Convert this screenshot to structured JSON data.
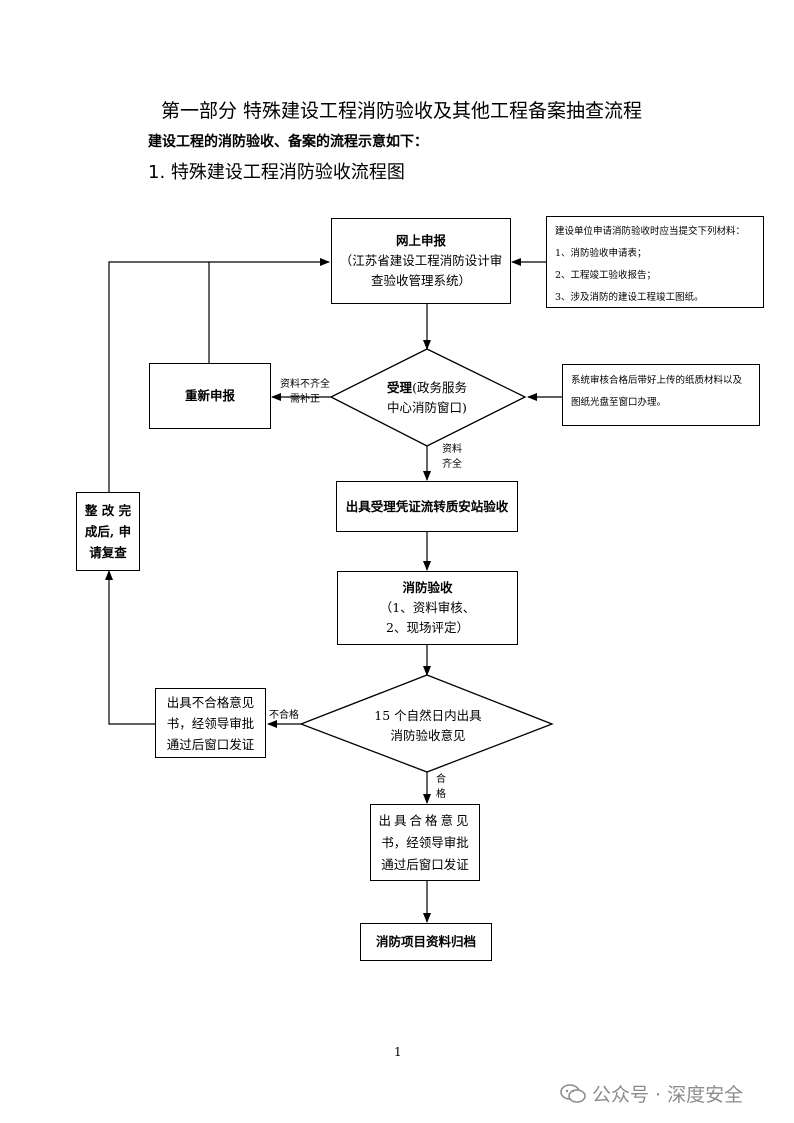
{
  "heading": {
    "main": "第一部分  特殊建设工程消防验收及其他工程备案抽查流程",
    "sub": "建设工程的消防验收、备案的流程示意如下：",
    "section": "1. 特殊建设工程消防验收流程图"
  },
  "flow": {
    "online": {
      "title": "网上申报",
      "line1": "（江苏省建设工程消防设计审",
      "line2": "查验收管理系统）"
    },
    "materials": {
      "intro": "建设单位申请消防验收时应当提交下列材料：",
      "items": [
        "1、消防验收申请表；",
        "2、工程竣工验收报告；",
        "3、涉及消防的建设工程竣工图纸。"
      ]
    },
    "accept": {
      "title": "受理",
      "rest": "(政务服务",
      "line2": "中心消防窗口)"
    },
    "reapply": {
      "title": "重新申报"
    },
    "incomplete_label": {
      "line1": "资料不齐全",
      "line2": "需补正"
    },
    "system_note": {
      "text": "系统审核合格后带好上传的纸质材料以及图纸光盘至窗口办理。"
    },
    "complete_label": {
      "line1": "资料",
      "line2": "齐全"
    },
    "transfer": {
      "title": "出具受理凭证流转质安站验收"
    },
    "inspection": {
      "title": "消防验收",
      "line1": "（1、资料审核、",
      "line2": "2、现场评定）"
    },
    "decision": {
      "line1": "15 个自然日内出具",
      "line2": "消防验收意见"
    },
    "fail_label": "不合格",
    "fail_box": {
      "line1": "出具不合格意见",
      "line2": "书，经领导审批",
      "line3": "通过后窗口发证"
    },
    "rectify": {
      "line1": "整 改 完",
      "line2": "成后, 申",
      "line3": "请复查"
    },
    "pass_label": {
      "line1": "合",
      "line2": "格"
    },
    "pass_box": {
      "line1": "出具合格意见",
      "line2": "书，经领导审批",
      "line3": "通过后窗口发证"
    },
    "archive": {
      "title": "消防项目资料归档"
    }
  },
  "footer": {
    "page_number": "1",
    "watermark": "公众号 · 深度安全"
  }
}
